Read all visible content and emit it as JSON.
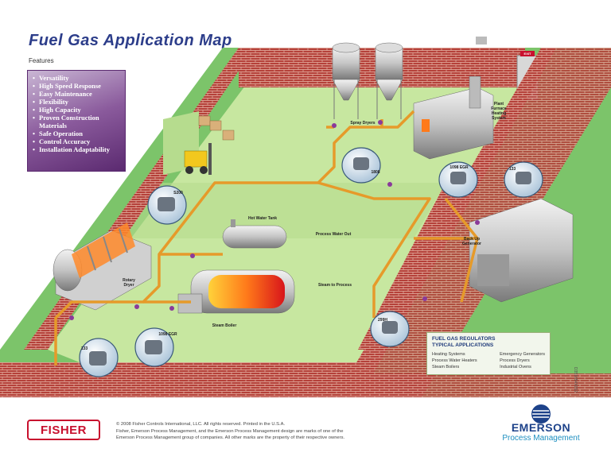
{
  "title": "Fuel Gas Application Map",
  "features_label": "Features",
  "features": [
    "Versatility",
    "High Speed Response",
    "Easy Maintenance",
    "Flexibility",
    "High Capacity",
    "Proven Construction Materials",
    "Safe Operation",
    "Control Accuracy",
    "Installation Adaptability"
  ],
  "labels": {
    "spray_dryers": "Spray Dryers",
    "plant_furnace": "Plant Furnace Heating System",
    "hot_water_tank": "Hot Water Tank",
    "process_water_out": "Process Water Out",
    "rotary_dryer": "Rotary Dryer",
    "steam_to_process": "Steam to Process",
    "steam_boiler": "Steam Boiler",
    "back_up_generator": "Back Up Generator",
    "exit": "EXIT"
  },
  "regulators": {
    "r1": "S200",
    "r2": "1098 EGR",
    "r3": "133",
    "r4": "1098 EGR",
    "r5": "133",
    "r6": "1808",
    "r7": "299H"
  },
  "reg_box": {
    "title_line1": "FUEL GAS REGULATORS",
    "title_line2": "TYPICAL APPLICATIONS",
    "col1": [
      "Heating Systems",
      "Process Water Heaters",
      "Steam Boilers"
    ],
    "col2": [
      "Emergency Generators",
      "Process Dryers",
      "Industrial Ovens"
    ]
  },
  "doc_id": "D351654X012",
  "fisher": "FISHER",
  "copyright": [
    "© 2008 Fisher Controls International, LLC.  All rights reserved.  Printed in the U.S.A.",
    "Fisher, Emerson Process Management, and the Emerson Process Management design are marks of one of the",
    "Emerson Process Management group of companies.  All other marks are the property of their respective owners."
  ],
  "emerson_name": "EMERSON",
  "emerson_sub": "Process Management",
  "colors": {
    "brick": "#b5413a",
    "floor": "#c7e7a0",
    "grass": "#7cc46a",
    "pipe": "#e69a2a",
    "title": "#2c3d8a"
  }
}
